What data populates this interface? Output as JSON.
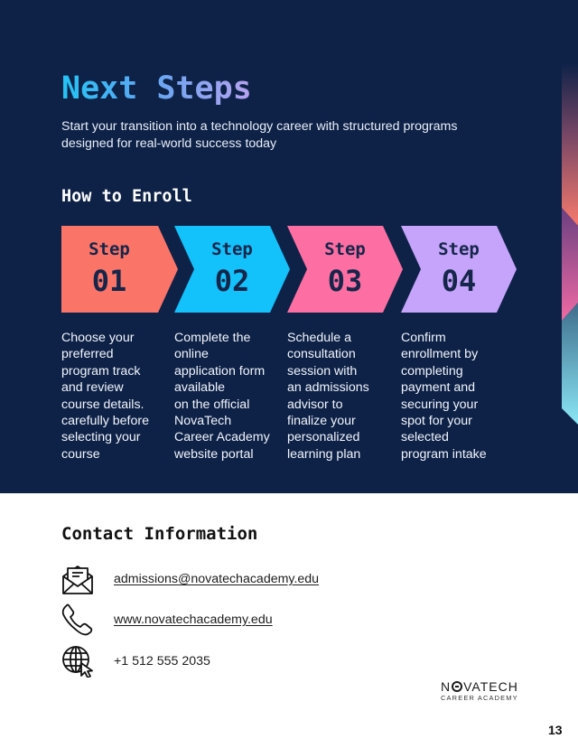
{
  "hero": {
    "title": "Next Steps",
    "subtitle": "Start your transition into a technology career with structured programs designed for real-world success today",
    "background": "#0e2248",
    "title_gradient": [
      "#22c3f5",
      "#b7a2f0"
    ]
  },
  "enroll": {
    "heading": "How to Enroll",
    "steps": [
      {
        "label": "Step",
        "number": "01",
        "color": "#fb7468",
        "description": "Choose your\npreferred\nprogram track\nand review\ncourse details.\ncarefully before\nselecting your\ncourse"
      },
      {
        "label": "Step",
        "number": "02",
        "color": "#13c1fb",
        "description": "Complete the\nonline\napplication form\navailable\non the official\nNovaTech\nCareer Academy\nwebsite portal"
      },
      {
        "label": "Step",
        "number": "03",
        "color": "#fd6fa3",
        "description": "Schedule a\nconsultation\nsession with\nan admissions\nadvisor to\nfinalize your\npersonalized\nlearning plan"
      },
      {
        "label": "Step",
        "number": "04",
        "color": "#c6a4fb",
        "description": "Confirm\nenrollment by\ncompleting\npayment and\nsecuring your\nspot for your\nselected\nprogram intake"
      }
    ]
  },
  "contact": {
    "heading": "Contact Information",
    "items": [
      {
        "icon": "envelope-icon",
        "text": "admissions@novatechacademy.edu",
        "link": true
      },
      {
        "icon": "phone-icon",
        "text": "www.novatechacademy.edu",
        "link": true
      },
      {
        "icon": "globe-cursor-icon",
        "text": "+1 512 555 2035",
        "link": false
      }
    ]
  },
  "footer": {
    "logo_brand_pre": "N",
    "logo_brand_post": "VATECH",
    "logo_sub": "CAREER ACADEMY",
    "page_number": "13"
  }
}
